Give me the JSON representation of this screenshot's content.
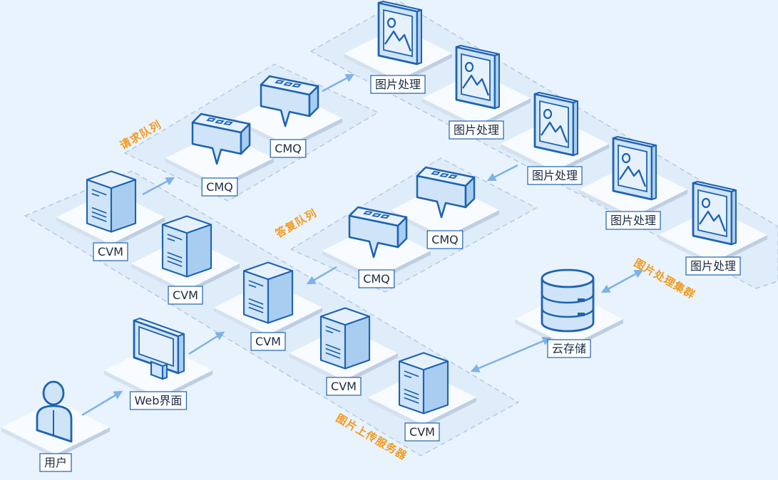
{
  "nodes": [
    {
      "id": "user",
      "label": "用户",
      "icon": "user-icon"
    },
    {
      "id": "web",
      "label": "Web界面",
      "icon": "monitor-icon"
    },
    {
      "id": "cvm1",
      "label": "CVM",
      "icon": "server-icon"
    },
    {
      "id": "cvm2",
      "label": "CVM",
      "icon": "server-icon"
    },
    {
      "id": "cvm3",
      "label": "CVM",
      "icon": "server-icon"
    },
    {
      "id": "cvm4",
      "label": "CVM",
      "icon": "server-icon"
    },
    {
      "id": "cvm5",
      "label": "CVM",
      "icon": "server-icon"
    },
    {
      "id": "cmq1",
      "label": "CMQ",
      "icon": "message-queue-icon"
    },
    {
      "id": "cmq2",
      "label": "CMQ",
      "icon": "message-queue-icon"
    },
    {
      "id": "cmq3",
      "label": "CMQ",
      "icon": "message-queue-icon"
    },
    {
      "id": "cmq4",
      "label": "CMQ",
      "icon": "message-queue-icon"
    },
    {
      "id": "img1",
      "label": "图片处理",
      "icon": "image-icon"
    },
    {
      "id": "img2",
      "label": "图片处理",
      "icon": "image-icon"
    },
    {
      "id": "img3",
      "label": "图片处理",
      "icon": "image-icon"
    },
    {
      "id": "img4",
      "label": "图片处理",
      "icon": "image-icon"
    },
    {
      "id": "img5",
      "label": "图片处理",
      "icon": "image-icon"
    },
    {
      "id": "storage",
      "label": "云存储",
      "icon": "database-icon"
    }
  ],
  "groups": [
    {
      "id": "request-queue",
      "label": "请求队列"
    },
    {
      "id": "reply-queue",
      "label": "答复队列"
    },
    {
      "id": "upload-cluster",
      "label": "图片上传服务器"
    },
    {
      "id": "processing-cluster",
      "label": "图片处理集群"
    }
  ],
  "edges": [
    {
      "from": "user",
      "to": "web",
      "direction": "forward"
    },
    {
      "from": "web",
      "to": "cvm3",
      "direction": "forward"
    },
    {
      "from": "cvm1",
      "to": "cmq1",
      "direction": "forward"
    },
    {
      "from": "cmq2",
      "to": "img1",
      "direction": "forward"
    },
    {
      "from": "img3",
      "to": "cmq4",
      "direction": "forward"
    },
    {
      "from": "cmq3",
      "to": "cvm3",
      "direction": "forward"
    },
    {
      "from": "cvm5",
      "to": "storage",
      "direction": "both"
    },
    {
      "from": "storage",
      "to": "processing-cluster",
      "direction": "both"
    }
  ],
  "colors": {
    "background": "#e8f3fd",
    "icon_stroke": "#1e63b0",
    "icon_fill": "#cfe4f8",
    "arrow": "#7fb2e4",
    "group_label": "#f39a1e"
  }
}
